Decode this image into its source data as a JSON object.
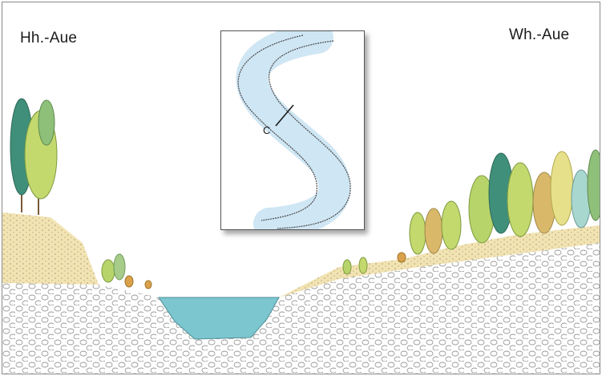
{
  "labels": {
    "left_floodplain": "Hh.-Aue",
    "right_floodplain": "Wh.-Aue"
  },
  "inset": {
    "point_label": "C"
  },
  "colors": {
    "water": "#7cc6cf",
    "sand": "#f2e3b3",
    "gravel_stroke": "#9a9a9a",
    "tree_dark": "#3f8f7a",
    "tree_light": "#b7d46a",
    "tree_yellow": "#e7e08a",
    "tree_orange": "#d9a24a",
    "river_blue": "#cfe6f4"
  }
}
